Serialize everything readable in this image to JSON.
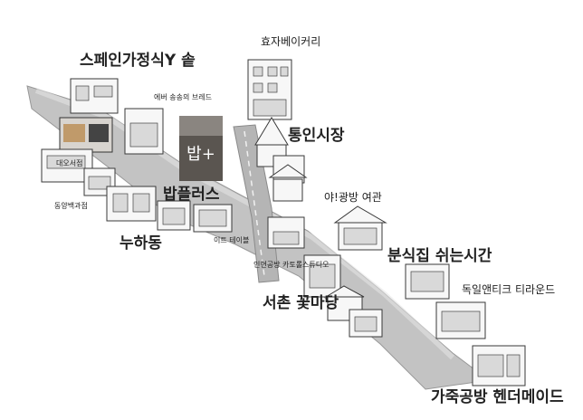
{
  "colors": {
    "road": "#9a9a9a",
    "road_edge": "#6e6e6e",
    "ink": "#222222",
    "paper": "#ffffff"
  },
  "labels": {
    "spain_restaurant": "스페인가정식Y 솥",
    "evermore_bread": "에버 송송의 브레드",
    "hyoja_bakery": "효자베이커리",
    "tongin_market": "통인시장",
    "bap_plus": "밥플러스",
    "nuha_dong": "누하동",
    "daeo_bookstore": "대오서점",
    "dongyang_pastry": "동양백과점",
    "eat_table": "이트 테이블",
    "yeonggwang_yeogwan": "야!광방 여관",
    "incheonbang": "인현공방 카토롤스튜디오",
    "bunsikjip": "분식집 쉬는시간",
    "seochon_flower": "서촌 꽃마당",
    "dogil_antique": "독일앤티크 티라운드",
    "leather_workshop": "가죽공방 헨더메이드"
  },
  "photo": {
    "text": "밥+"
  },
  "icons": {
    "road": "road-path",
    "building": "building-sketch"
  }
}
